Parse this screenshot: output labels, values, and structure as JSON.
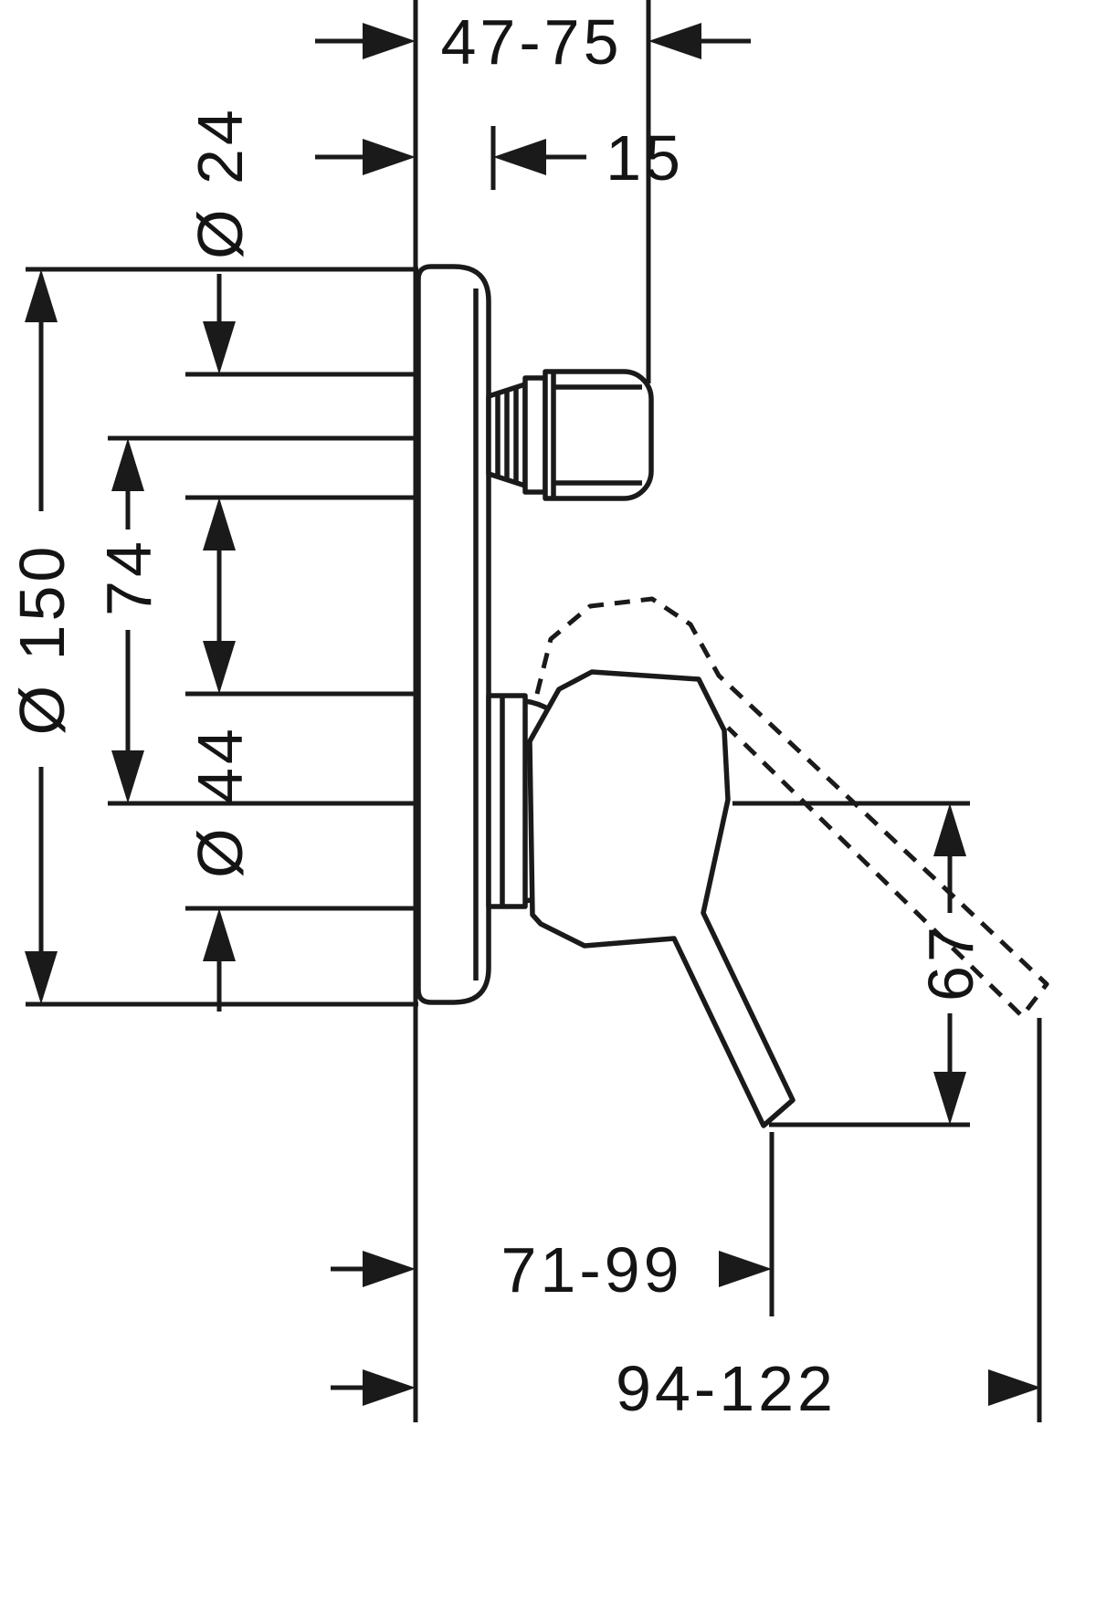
{
  "drawing": {
    "kind": "technical-dimension-drawing",
    "subject": "concealed single-lever bath mixer, side view",
    "colors": {
      "line": "#1a1a1a",
      "background": "#ffffff"
    },
    "labels": {
      "depth_range": "47-75",
      "plate_depth": "15",
      "knob_diameter": "Ø 24",
      "plate_diameter": "Ø 150",
      "axis_spacing": "74",
      "sleeve_diameter": "Ø 44",
      "lever_drop": "67",
      "reach_min": "71-99",
      "reach_max": "94-122"
    }
  }
}
